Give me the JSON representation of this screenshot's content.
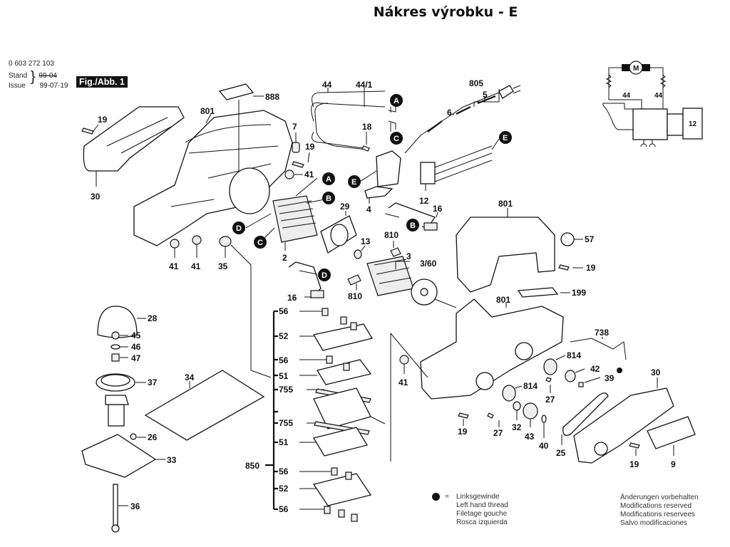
{
  "header": {
    "title": "Nákres výrobku - E",
    "part_number": "0 603 272 103",
    "stand_label": "Stand",
    "issue_label": "Issue",
    "stand_value_struck": "99-04",
    "issue_value": "99-07-19",
    "figure_badge": "Fig./Abb. 1"
  },
  "callouts": {
    "A": "A",
    "B": "B",
    "C": "C",
    "D": "D",
    "E": "E"
  },
  "parts": {
    "p888": "888",
    "p801": "801",
    "p19": "19",
    "p30": "30",
    "p7": "7",
    "p41": "41",
    "p35": "35",
    "p2": "2",
    "p29": "29",
    "p13": "13",
    "p44": "44",
    "p44_1": "44/1",
    "p18": "18",
    "p4": "4",
    "p805": "805",
    "p5": "5",
    "p6": "6",
    "p12": "12",
    "p16": "16",
    "p810": "810",
    "p3": "3",
    "p3_60": "3/60",
    "p57": "57",
    "p199": "199",
    "p28": "28",
    "p45": "45",
    "p46": "46",
    "p47": "47",
    "p37": "37",
    "p26": "26",
    "p33": "33",
    "p36": "36",
    "p34": "34",
    "p56": "56",
    "p52": "52",
    "p51": "51",
    "p755": "755",
    "p850": "850",
    "p738": "738",
    "p814": "814",
    "p42": "42",
    "p39": "39",
    "p27": "27",
    "p32": "32",
    "p43": "43",
    "p40": "40",
    "p25": "25",
    "p9": "9"
  },
  "schematic": {
    "motor_label": "M",
    "brush_left": "44",
    "brush_right": "44",
    "switch_label": "12"
  },
  "legend": {
    "symbol": "=",
    "lines": [
      "Linksgewinde",
      "Left hand thread",
      "Filetage gouche",
      "Rosca izquierda"
    ]
  },
  "disclaimer": {
    "lines": [
      "Änderungen vorbehalten",
      "Modifications reserved",
      "Modifications reservees",
      "Salvo modificaciones"
    ]
  }
}
